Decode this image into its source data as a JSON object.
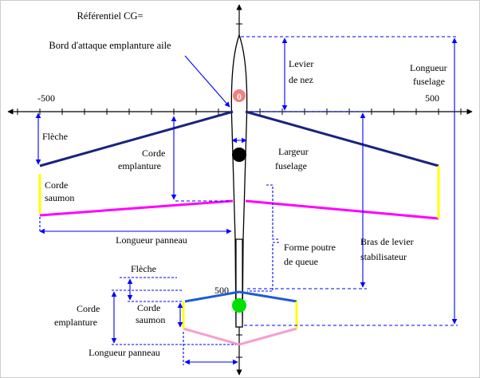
{
  "diagram": {
    "reference_box": {
      "line1": "Référentiel CG=",
      "line2": "Bord d'attaque emplanture aile"
    },
    "axis": {
      "neg_tick": "-500",
      "zero_tick": "0",
      "pos_tick": "500",
      "down_tick": "500"
    },
    "labels": {
      "levier_nez_1": "Levier",
      "levier_nez_2": "de nez",
      "longueur_fuselage_1": "Longueur",
      "longueur_fuselage_2": "fuselage",
      "fleche_wing": "Flèche",
      "corde_emplanture_1": "Corde",
      "corde_emplanture_2": "emplanture",
      "largeur_fuselage_1": "Largeur",
      "largeur_fuselage_2": "fuselage",
      "corde_saumon_1": "Corde",
      "corde_saumon_2": "saumon",
      "longueur_panneau_wing": "Longueur panneau",
      "forme_poutre_1": "Forme poutre",
      "forme_poutre_2": "de queue",
      "bras_levier_1": "Bras de levier",
      "bras_levier_2": "stabilisateur",
      "fleche_tail": "Flèche",
      "corde_empl_tail_1": "Corde",
      "corde_empl_tail_2": "emplanture",
      "corde_saumon_tail_1": "Corde",
      "corde_saumon_tail_2": "saumon",
      "longueur_panneau_tail": "Longueur panneau"
    },
    "colors": {
      "leading_edge": "#1a237e",
      "trailing_edge": "#ff00ff",
      "tip_chord": "#ffff00",
      "annotation": "#0000ff",
      "axis": "#000000",
      "tail_leading": "#1e5bd6",
      "tail_trailing": "#f4a0d0",
      "cg_marker": "#f08080",
      "nose_marker": "#000000",
      "tail_marker": "#00e000"
    }
  }
}
